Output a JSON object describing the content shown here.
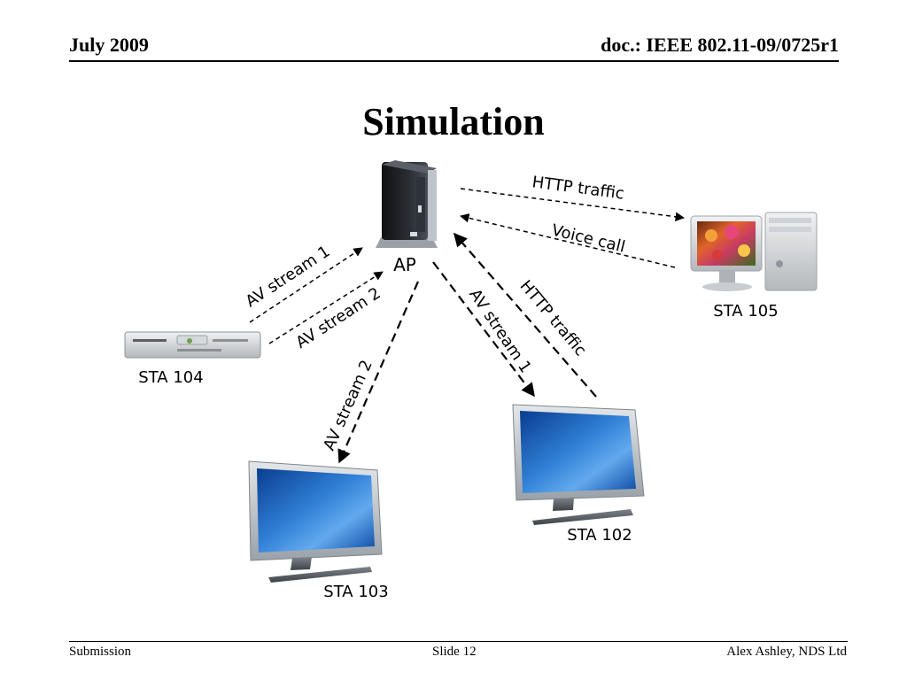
{
  "header": {
    "date": "July 2009",
    "doc_id": "doc.: IEEE 802.11-09/0725r1"
  },
  "title": "Simulation",
  "footer": {
    "left": "Submission",
    "center": "Slide 12",
    "right": "Alex Ashley, NDS Ltd"
  },
  "nodes": {
    "ap": {
      "label": "AP",
      "icon": "access-point-tower-icon"
    },
    "sta104": {
      "label": "STA 104",
      "icon": "set-top-box-icon"
    },
    "sta105": {
      "label": "STA 105",
      "icon": "desktop-pc-icon"
    },
    "sta103": {
      "label": "STA 103",
      "icon": "flat-monitor-icon"
    },
    "sta102": {
      "label": "STA 102",
      "icon": "flat-monitor-icon"
    }
  },
  "links": {
    "ap_sta105_http": "HTTP traffic",
    "sta105_ap_voice": "Voice call",
    "sta104_ap_av1": "AV stream 1",
    "sta104_ap_av2": "AV stream 2",
    "ap_sta103_av2": "AV stream 2",
    "ap_sta102_av1": "AV stream 1",
    "sta102_ap_http": "HTTP traffic"
  }
}
